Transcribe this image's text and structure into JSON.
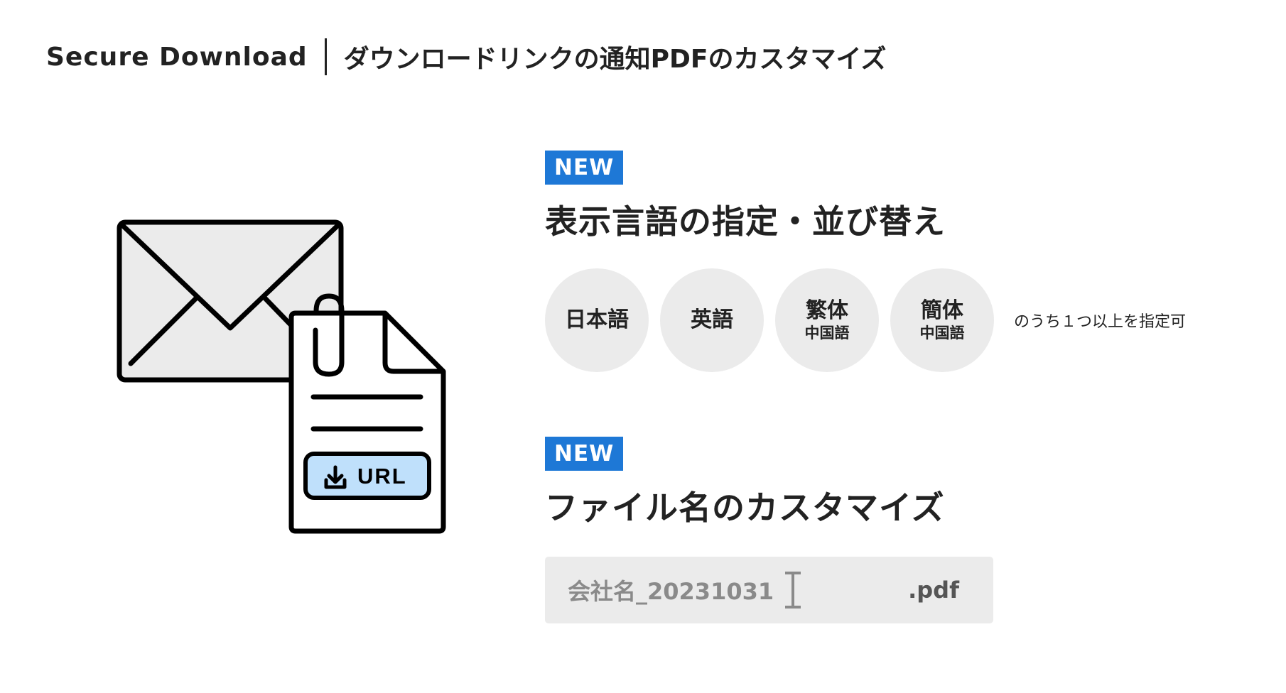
{
  "header": {
    "brand": "Secure Download",
    "title": "ダウンロードリンクの通知PDFのカスタマイズ"
  },
  "illustration": {
    "url_label": "URL",
    "icons": [
      "envelope-icon",
      "document-icon",
      "paperclip-icon",
      "download-icon"
    ]
  },
  "features": {
    "language": {
      "badge": "NEW",
      "title": "表示言語の指定・並び替え",
      "options": [
        {
          "main": "日本語",
          "sub": ""
        },
        {
          "main": "英語",
          "sub": ""
        },
        {
          "main": "繁体",
          "sub": "中国語"
        },
        {
          "main": "簡体",
          "sub": "中国語"
        }
      ],
      "note": "のうち１つ以上を指定可"
    },
    "filename": {
      "badge": "NEW",
      "title": "ファイル名のカスタマイズ",
      "value": "会社名_20231031",
      "extension": ".pdf"
    }
  },
  "colors": {
    "accent": "#1e78d6",
    "url_button": "#bfe0fb",
    "light_gray": "#ebebeb",
    "text": "#222222"
  }
}
